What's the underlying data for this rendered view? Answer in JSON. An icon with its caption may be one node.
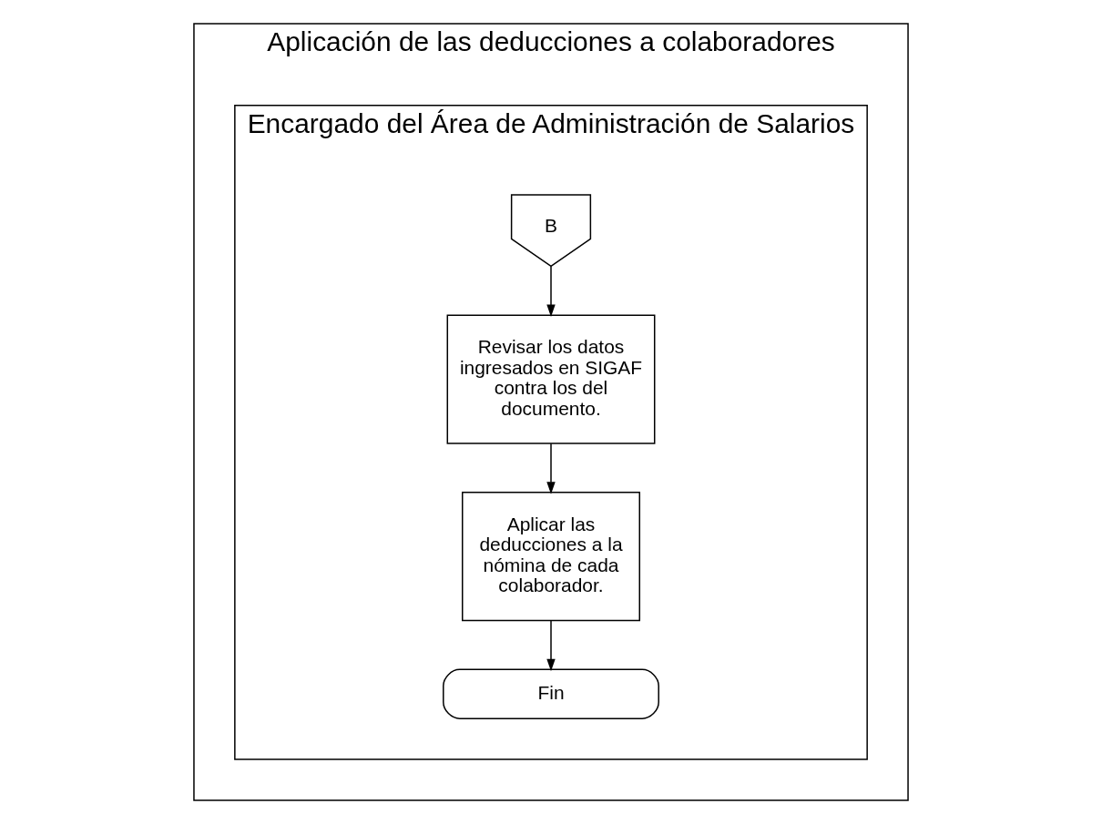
{
  "diagram": {
    "nodes": [
      {
        "text": [
          "Aplicación de las deducciones a colaboradores"
        ]
      },
      {
        "text": [
          "Encargado del Área de Administración de Salarios"
        ],
        "in": 0
      },
      {
        "text": [
          "B"
        ],
        "in": 1
      },
      {
        "text": [
          "Revisar los datos ingresados en SIGAF contra los del documento."
        ],
        "in": 1
      },
      {
        "text": [
          "Aplicar las deducciones a la nómina de cada colaborador."
        ],
        "in": 1
      },
      {
        "text": [
          "Fin"
        ],
        "in": 1
      }
    ],
    "edges": [
      {
        "from": 2,
        "to": 3,
        "arrow": "to"
      },
      {
        "from": 3,
        "to": 4,
        "arrow": "to"
      },
      {
        "from": 4,
        "to": 5,
        "arrow": "to"
      }
    ]
  }
}
